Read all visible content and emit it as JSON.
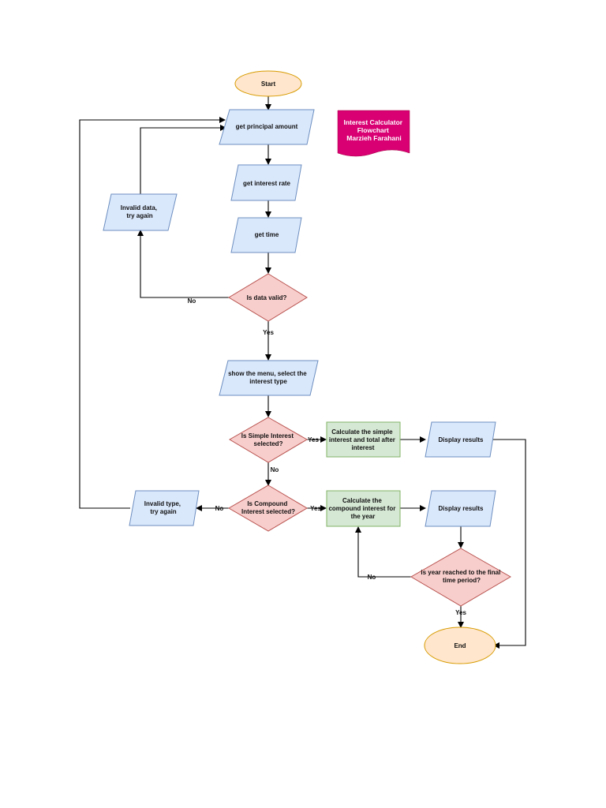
{
  "colors": {
    "terminal_fill": "#FFE6CC",
    "terminal_stroke": "#D79B00",
    "io_fill": "#DAE8FC",
    "io_stroke": "#6C8EBF",
    "decision_fill": "#F8CECC",
    "decision_stroke": "#B85450",
    "process_fill": "#D5E8D4",
    "process_stroke": "#82B366",
    "title_fill": "#D80073"
  },
  "title_box": {
    "lines": [
      "Interest Calculator",
      "Flowchart",
      "Marzieh Farahani"
    ]
  },
  "nodes": {
    "start": {
      "lines": [
        "Start"
      ]
    },
    "get_principal": {
      "lines": [
        "get principal amount"
      ]
    },
    "get_rate": {
      "lines": [
        "get interest rate"
      ]
    },
    "get_time": {
      "lines": [
        "get time"
      ]
    },
    "invalid_data": {
      "lines": [
        "Invalid data,",
        "try again"
      ]
    },
    "is_valid": {
      "lines": [
        "Is data valid?"
      ]
    },
    "show_menu": {
      "lines": [
        "show the menu, select the",
        "interest type"
      ]
    },
    "is_simple": {
      "lines": [
        "Is Simple Interest",
        "selected?"
      ]
    },
    "calc_simple": {
      "lines": [
        "Calculate the simple",
        "interest and total after",
        "interest"
      ]
    },
    "display_simple": {
      "lines": [
        "Display results"
      ]
    },
    "is_compound": {
      "lines": [
        "Is Compound",
        "Interest selected?"
      ]
    },
    "invalid_type": {
      "lines": [
        "Invalid type,",
        "try again"
      ]
    },
    "calc_compound": {
      "lines": [
        "Calculate the",
        "compound interest for",
        "the year"
      ]
    },
    "display_compound": {
      "lines": [
        "Display results"
      ]
    },
    "is_year": {
      "lines": [
        "is year reached to the final",
        "time period?"
      ]
    },
    "end": {
      "lines": [
        "End"
      ]
    }
  },
  "edge_labels": {
    "valid_no": "No",
    "valid_yes": "Yes",
    "simple_yes": "Yes",
    "simple_no": "No",
    "compound_yes": "Yes",
    "compound_no": "No",
    "year_no": "No",
    "year_yes": "Yes"
  }
}
